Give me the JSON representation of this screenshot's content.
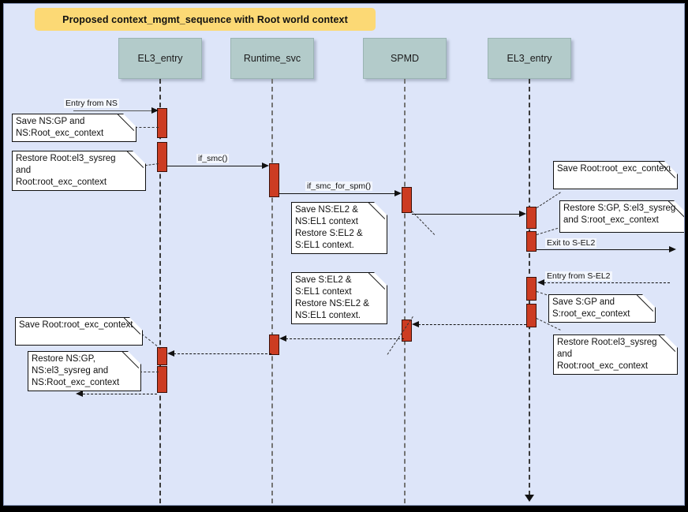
{
  "diagram": {
    "type": "uml-sequence-diagram",
    "title": "Proposed context_mgmt_sequence with Root world context",
    "colors": {
      "background": "#dde5f9",
      "title_banner": "#fcd975",
      "lifeline_header": "#b3cbca",
      "activation_bar": "#cc3c22",
      "note_background": "#ffffff",
      "line": "#111111",
      "page_border": "#000000"
    },
    "participants": [
      {
        "id": "el3_entry_left",
        "label": "EL3_entry"
      },
      {
        "id": "runtime_svc",
        "label": "Runtime_svc"
      },
      {
        "id": "spmd",
        "label": "SPMD"
      },
      {
        "id": "el3_entry_right",
        "label": "EL3_entry"
      }
    ],
    "messages": [
      {
        "id": "m1",
        "label": "Entry from NS",
        "from": "external-ns",
        "to": "el3_entry_left",
        "style": "solid",
        "direction": "right"
      },
      {
        "id": "m2",
        "label": "if_smc()",
        "from": "el3_entry_left",
        "to": "runtime_svc",
        "style": "solid",
        "direction": "right"
      },
      {
        "id": "m3",
        "label": "if_smc_for_spm()",
        "from": "runtime_svc",
        "to": "spmd",
        "style": "solid",
        "direction": "right"
      },
      {
        "id": "m4",
        "label": "",
        "from": "spmd",
        "to": "el3_entry_right",
        "style": "solid",
        "direction": "right"
      },
      {
        "id": "m5",
        "label": "Exit to S-EL2",
        "from": "el3_entry_right",
        "to": "external-sel2",
        "style": "solid",
        "direction": "right"
      },
      {
        "id": "m6",
        "label": "Entry from S-EL2",
        "from": "external-sel2",
        "to": "el3_entry_right",
        "style": "dashed",
        "direction": "left"
      },
      {
        "id": "m7",
        "label": "",
        "from": "el3_entry_right",
        "to": "spmd",
        "style": "dashed",
        "direction": "left"
      },
      {
        "id": "m8",
        "label": "",
        "from": "spmd",
        "to": "runtime_svc",
        "style": "dashed",
        "direction": "left"
      },
      {
        "id": "m9",
        "label": "",
        "from": "runtime_svc",
        "to": "el3_entry_left",
        "style": "dashed",
        "direction": "left"
      },
      {
        "id": "m10",
        "label": "",
        "from": "el3_entry_left",
        "to": "external-ns",
        "style": "dashed",
        "direction": "left"
      }
    ],
    "notes": [
      {
        "id": "n1",
        "text": "Save NS:GP and\nNS:Root_exc_context",
        "attached_to": "el3_entry_left"
      },
      {
        "id": "n2",
        "text": "Restore Root:el3_sysreg\nand\nRoot:root_exc_context",
        "attached_to": "el3_entry_left"
      },
      {
        "id": "n3",
        "text": "Save NS:EL2 &\nNS:EL1 context\nRestore S:EL2 &\nS:EL1 context.",
        "attached_to": "spmd"
      },
      {
        "id": "n4",
        "text": "Save Root:root_exc_context",
        "attached_to": "el3_entry_right"
      },
      {
        "id": "n5",
        "text": "Restore S:GP, S:el3_sysreg\nand S:root_exc_context",
        "attached_to": "el3_entry_right"
      },
      {
        "id": "n6",
        "text": "Save S:GP and\nS:root_exc_context",
        "attached_to": "el3_entry_right"
      },
      {
        "id": "n7",
        "text": "Restore Root:el3_sysreg\nand\nRoot:root_exc_context",
        "attached_to": "el3_entry_right"
      },
      {
        "id": "n8",
        "text": "Save S:EL2 &\nS:EL1 context\nRestore NS:EL2 &\nNS:EL1 context.",
        "attached_to": "spmd"
      },
      {
        "id": "n9",
        "text": "Save Root:root_exc_context",
        "attached_to": "el3_entry_left"
      },
      {
        "id": "n10",
        "text": "Restore NS:GP,\nNS:el3_sysreg and\nNS:Root_exc_context",
        "attached_to": "el3_entry_left"
      }
    ]
  }
}
